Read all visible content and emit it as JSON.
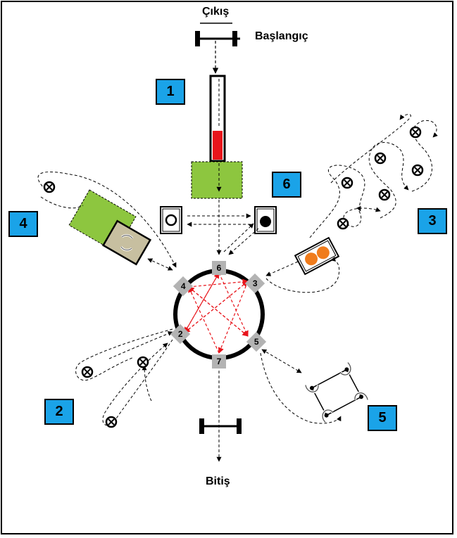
{
  "labels": {
    "exit": "Çıkış",
    "start": "Başlangıç",
    "end": "Bitiş"
  },
  "stations": [
    "1",
    "2",
    "3",
    "4",
    "5",
    "6"
  ],
  "nodes": [
    "2",
    "3",
    "4",
    "5",
    "6",
    "7"
  ],
  "colors": {
    "box_fill": "#1aa3e8",
    "tube_red": "#e8141b",
    "green_block": "#8dc63f",
    "tan_block": "#c7bfa0",
    "orange_dot": "#f07c1c",
    "red_arrow": "#e8141b",
    "node_gray": "#b3b3b3"
  },
  "icons": [
    "crossed-circle-icon",
    "open-circle-icon",
    "filled-circle-icon",
    "rotate-arrows-icon",
    "rotor-arrows-icon"
  ]
}
